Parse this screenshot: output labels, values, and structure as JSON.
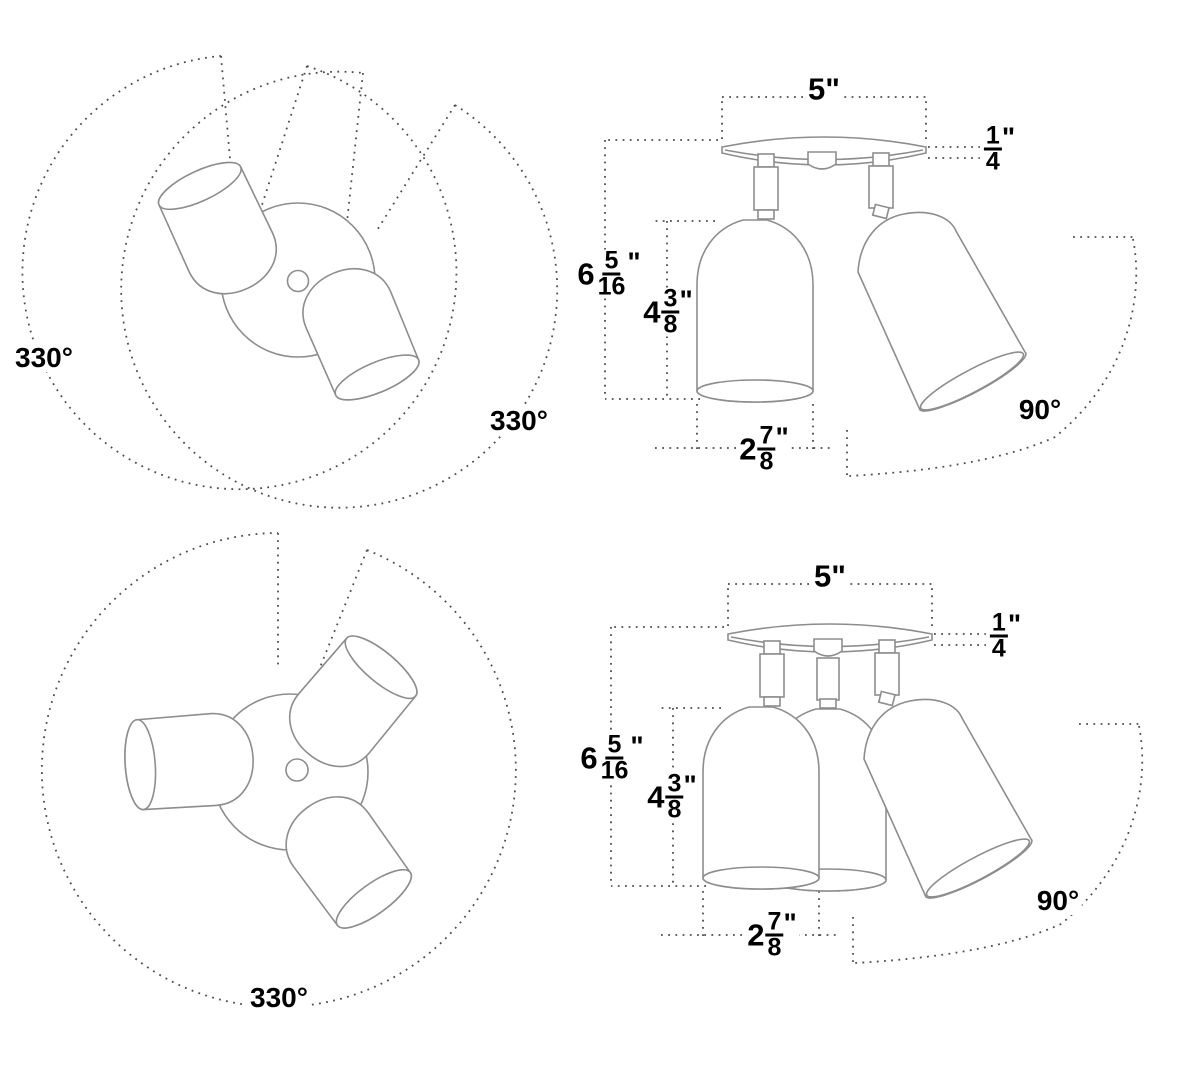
{
  "page": {
    "description": "Dimension diagram of adjustable multi-directional ceiling spotlights (2-light and 3-light versions), top views and side views",
    "background_color": "#ffffff",
    "line_color": "#8d8d8d",
    "dotted_line_color": "#4d4d4d",
    "text_color": "#000000"
  },
  "diagrams": {
    "top_left": {
      "view": "two-light-top-view",
      "rotation_left": "330°",
      "rotation_right": "330°"
    },
    "top_right": {
      "view": "two-light-side-view",
      "width_value": "5",
      "width_unit": "\"",
      "canopy_num": "1",
      "canopy_den": "4",
      "canopy_unit": "\"",
      "height_whole": "6",
      "height_num": "5",
      "height_den": "16",
      "height_unit": "\"",
      "shade_whole": "4",
      "shade_num": "3",
      "shade_den": "8",
      "shade_unit": "\"",
      "dia_whole": "2",
      "dia_num": "7",
      "dia_den": "8",
      "dia_unit": "\"",
      "tilt": "90°"
    },
    "bottom_left": {
      "view": "three-light-top-view",
      "rotation": "330°"
    },
    "bottom_right": {
      "view": "three-light-side-view",
      "width_value": "5",
      "width_unit": "\"",
      "canopy_num": "1",
      "canopy_den": "4",
      "canopy_unit": "\"",
      "height_whole": "6",
      "height_num": "5",
      "height_den": "16",
      "height_unit": "\"",
      "shade_whole": "4",
      "shade_num": "3",
      "shade_den": "8",
      "shade_unit": "\"",
      "dia_whole": "2",
      "dia_num": "7",
      "dia_den": "8",
      "dia_unit": "\"",
      "tilt": "90°"
    }
  }
}
